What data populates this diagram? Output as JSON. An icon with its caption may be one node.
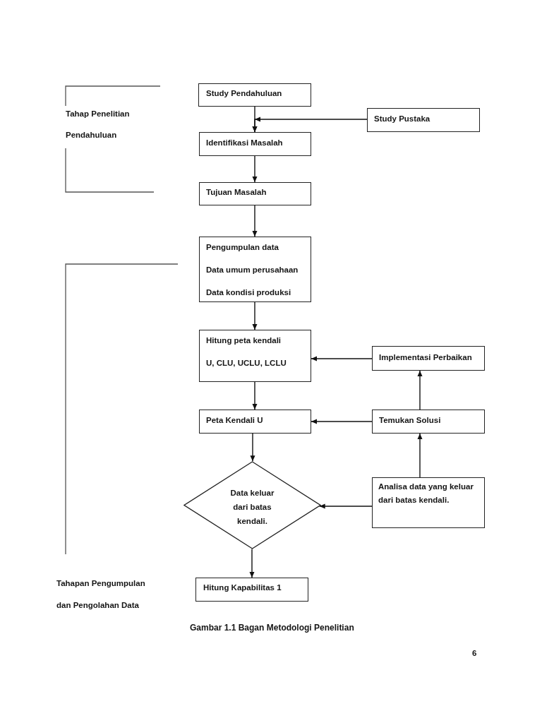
{
  "diagram": {
    "caption": "Gambar 1.1 Bagan Metodologi Penelitian",
    "nodes": [
      {
        "text": [
          "Study Pendahuluan"
        ]
      },
      {
        "text": [
          "Study Pustaka"
        ]
      },
      {
        "text": [
          "Identifikasi Masalah"
        ]
      },
      {
        "text": [
          "Tujuan Masalah"
        ]
      },
      {
        "text": [
          "Pengumpulan data",
          "Data umum perusahaan",
          "Data kondisi produksi"
        ]
      },
      {
        "text": [
          "Hitung peta kendali",
          "U, CLU, UCLU, LCLU"
        ]
      },
      {
        "text": [
          "Implementasi Perbaikan"
        ]
      },
      {
        "text": [
          "Peta Kendali U"
        ]
      },
      {
        "text": [
          "Temukan Solusi"
        ]
      },
      {
        "text": [
          "Data keluar dari batas kendali."
        ]
      },
      {
        "text": [
          "Analisa data yang keluar dari batas kendali."
        ]
      },
      {
        "text": [
          "Hitung Kapabilitas 1"
        ]
      }
    ],
    "edges": [
      {
        "from": 0,
        "to": 2,
        "arrow": "to"
      },
      {
        "from": 1,
        "to": 2,
        "arrow": "to"
      },
      {
        "from": 2,
        "to": 3,
        "arrow": "to"
      },
      {
        "from": 3,
        "to": 4,
        "arrow": "to"
      },
      {
        "from": 4,
        "to": 5,
        "arrow": "to"
      },
      {
        "from": 5,
        "to": 7,
        "arrow": "to"
      },
      {
        "from": 7,
        "to": 9,
        "arrow": "to"
      },
      {
        "from": 9,
        "to": 11,
        "arrow": "to"
      },
      {
        "from": 10,
        "to": 8,
        "arrow": "to"
      },
      {
        "from": 10,
        "to": 9,
        "arrow": "to"
      },
      {
        "from": 8,
        "to": 6,
        "arrow": "to"
      },
      {
        "from": 8,
        "to": 7,
        "arrow": "to"
      },
      {
        "from": 6,
        "to": 5,
        "arrow": "to"
      }
    ],
    "labels": [
      "Tahap Penelitian Pendahuluan",
      "Tahapan Pengumpulan dan Pengolahan Data",
      "6"
    ]
  }
}
